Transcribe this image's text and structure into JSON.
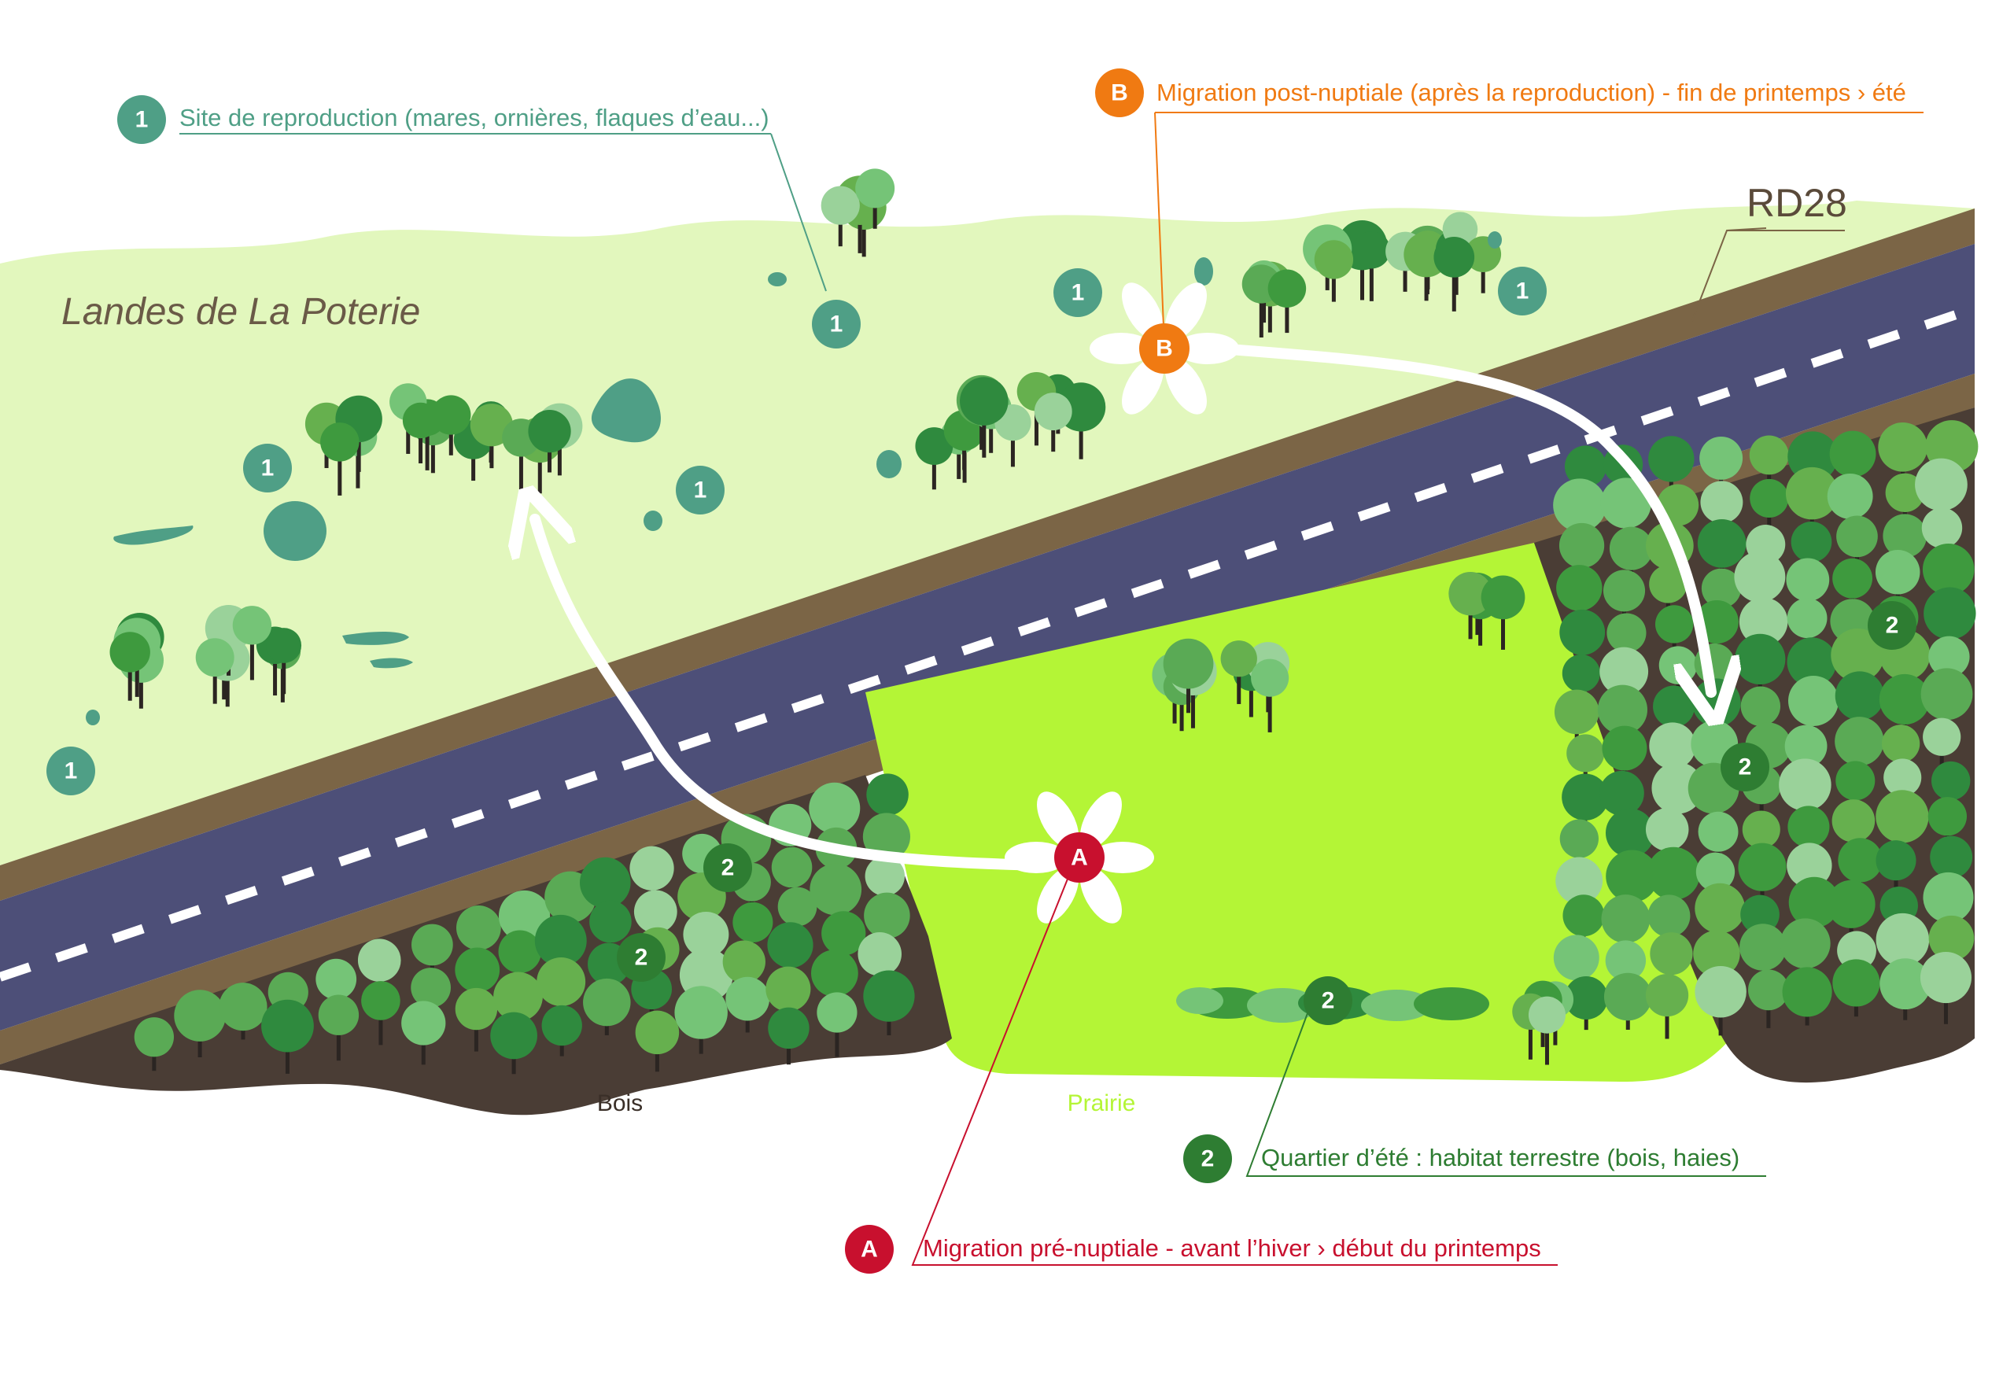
{
  "title": "Landes de La Poterie",
  "road": {
    "name": "RD28"
  },
  "areas": {
    "wood": "Bois",
    "meadow": "Prairie"
  },
  "legend": {
    "item1": {
      "badge": "1",
      "text": "Site de reproduction (mares, ornières, flaques d’eau...)"
    },
    "item2": {
      "badge": "2",
      "text": "Quartier d’été : habitat terrestre (bois, haies)"
    },
    "itemA": {
      "badge": "A",
      "text": "Migration pré-nuptiale - avant l’hiver › début du printemps"
    },
    "itemB": {
      "badge": "B",
      "text": "Migration post-nuptiale (après la reproduction) - fin de printemps › été"
    }
  },
  "colors": {
    "site_badge": "#4f9f86",
    "summer_badge": "#2e7d32",
    "migration_a": "#c8102e",
    "migration_b": "#f07a12",
    "landes": "#e2f7bd",
    "meadow": "#b4f536",
    "road": "#4d4f78",
    "verge": "#7b6546",
    "soil": "#4a3d35"
  }
}
